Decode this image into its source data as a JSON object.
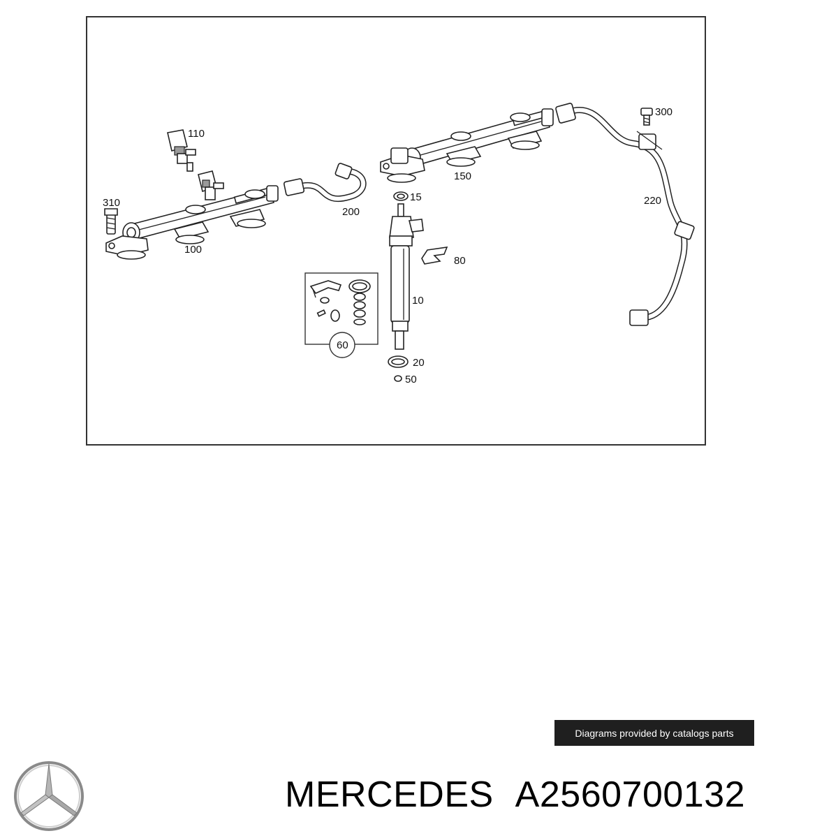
{
  "diagram": {
    "labels": [
      {
        "id": "110",
        "text": "110"
      },
      {
        "id": "310",
        "text": "310"
      },
      {
        "id": "100",
        "text": "100"
      },
      {
        "id": "200",
        "text": "200"
      },
      {
        "id": "15",
        "text": "15"
      },
      {
        "id": "150",
        "text": "150"
      },
      {
        "id": "300",
        "text": "300"
      },
      {
        "id": "220",
        "text": "220"
      },
      {
        "id": "80",
        "text": "80"
      },
      {
        "id": "10",
        "text": "10"
      },
      {
        "id": "60",
        "text": "60"
      },
      {
        "id": "20",
        "text": "20"
      },
      {
        "id": "50",
        "text": "50"
      }
    ]
  },
  "footer": {
    "credit": "Diagrams provided by catalogs parts",
    "brand": "MERCEDES",
    "part_number": "A2560700132",
    "logo_icon": "mercedes-star-icon"
  }
}
